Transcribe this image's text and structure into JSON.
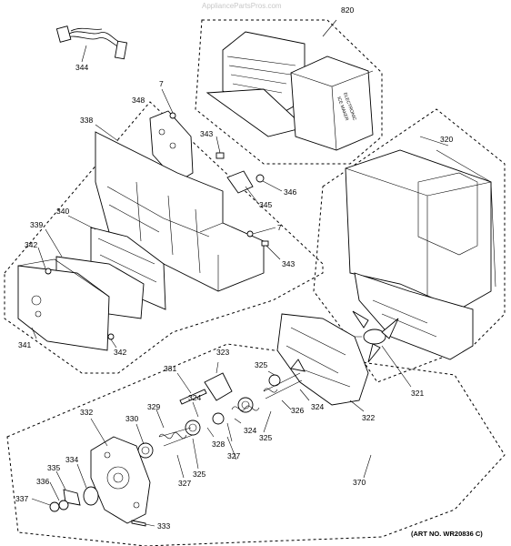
{
  "watermark": "AppliancePartsPros.com",
  "art_number": "(ART NO. WR20836 C)",
  "part_labels": {
    "p820": "820",
    "p344": "344",
    "p7a": "7",
    "p348": "348",
    "p338": "338",
    "p343a": "343",
    "p346": "346",
    "p345": "345",
    "p7b": "7",
    "p343b": "343",
    "p340": "340",
    "p339": "339",
    "p342a": "342",
    "p341": "341",
    "p342b": "342",
    "p320": "320",
    "p323": "323",
    "p331": "331",
    "p324a": "324",
    "p325a": "325",
    "p326": "326",
    "p324b": "324",
    "p321": "321",
    "p322": "322",
    "p332": "332",
    "p329": "329",
    "p330": "330",
    "p328": "328",
    "p324c": "324",
    "p325b": "325",
    "p327a": "327",
    "p325c": "325",
    "p327b": "327",
    "p334": "334",
    "p335": "335",
    "p336": "336",
    "p337": "337",
    "p333": "333",
    "p370": "370"
  },
  "icemaker_box_text": [
    "ELECTRONIC",
    "ICE MAKER"
  ]
}
